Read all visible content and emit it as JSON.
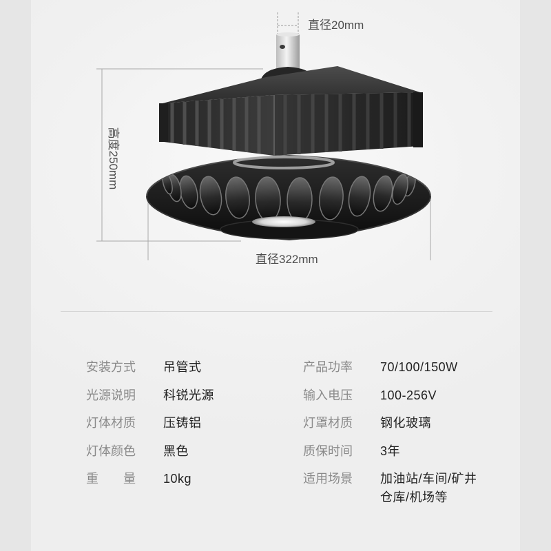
{
  "dimensions": {
    "stem_diameter": "直径20mm",
    "height": "高度250mm",
    "diameter": "直径322mm"
  },
  "specs": {
    "left": [
      {
        "label": "安装方式",
        "value": "吊管式"
      },
      {
        "label": "光源说明",
        "value": "科锐光源"
      },
      {
        "label": "灯体材质",
        "value": "压铸铝"
      },
      {
        "label": "灯体颜色",
        "value": "黑色"
      },
      {
        "label": "重　　量",
        "value": "10kg"
      }
    ],
    "right": [
      {
        "label": "产品功率",
        "value": "70/100/150W"
      },
      {
        "label": "输入电压",
        "value": "100-256V"
      },
      {
        "label": "灯罩材质",
        "value": "钢化玻璃"
      },
      {
        "label": "质保时间",
        "value": "3年"
      },
      {
        "label": "适用场景",
        "value": "加油站/车间/矿井",
        "value_line2": "仓库/机场等"
      }
    ]
  },
  "colors": {
    "page_background": "#f2f2f2",
    "label_text": "#8a8a8a",
    "value_text": "#222222",
    "dimension_text": "#4d4d4d",
    "lamp_body": "#1a1a1a"
  }
}
